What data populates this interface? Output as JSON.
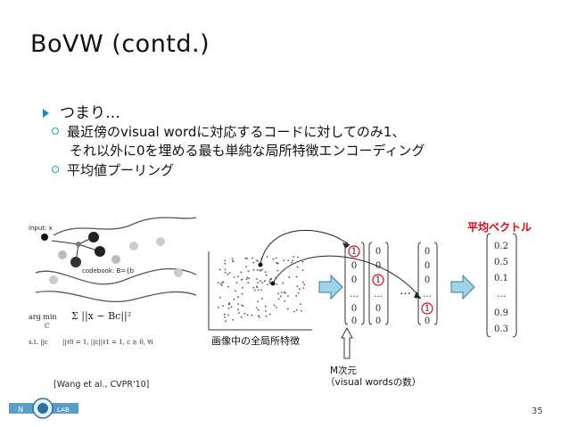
{
  "slide": {
    "title": "BoVW (contd.)",
    "bullet1": "つまり…",
    "sub1_line1": "最近傍のvisual wordに対応するコードに対してのみ1、",
    "sub1_line2": "それ以外に0を埋める最も単純な局所特徴エンコーディング",
    "sub2": "平均値プーリング",
    "avg_vector_label": "平均ベクトル",
    "local_features_label": "画像中の全局所特徴",
    "mdim_line1": "M次元",
    "mdim_line2": "（visual wordsの数）",
    "citation": "[Wang et al., CVPR'10]",
    "page_number": "35",
    "ellipsis": "…",
    "vec1": [
      "1",
      "0",
      "0",
      "…",
      "0",
      "0"
    ],
    "vec2": [
      "0",
      "0",
      "1",
      "…",
      "0",
      "0"
    ],
    "vec3": [
      "0",
      "0",
      "0",
      "…",
      "1",
      "0"
    ],
    "avg_vec": [
      "0.2",
      "0.5",
      "0.1",
      "…",
      "0.9",
      "0.3"
    ],
    "figure": {
      "input_label": "input: x",
      "codebook_label": "codebook: B={b",
      "formula_argmin": "arg min",
      "formula_c": "C",
      "formula_st": "s.t. ||c",
      "formula_rest": "||ℓ0 = 1, ||c||ℓ1 = 1, c ⪰ 0, ∀i"
    },
    "logo": {
      "left": "N",
      "right": "LAB"
    },
    "colors": {
      "accent_blue": "#1a8bb5",
      "red": "#e2001a",
      "arrow_fill": "#9fd3e6",
      "arrow_stroke": "#2f7fa6"
    }
  }
}
